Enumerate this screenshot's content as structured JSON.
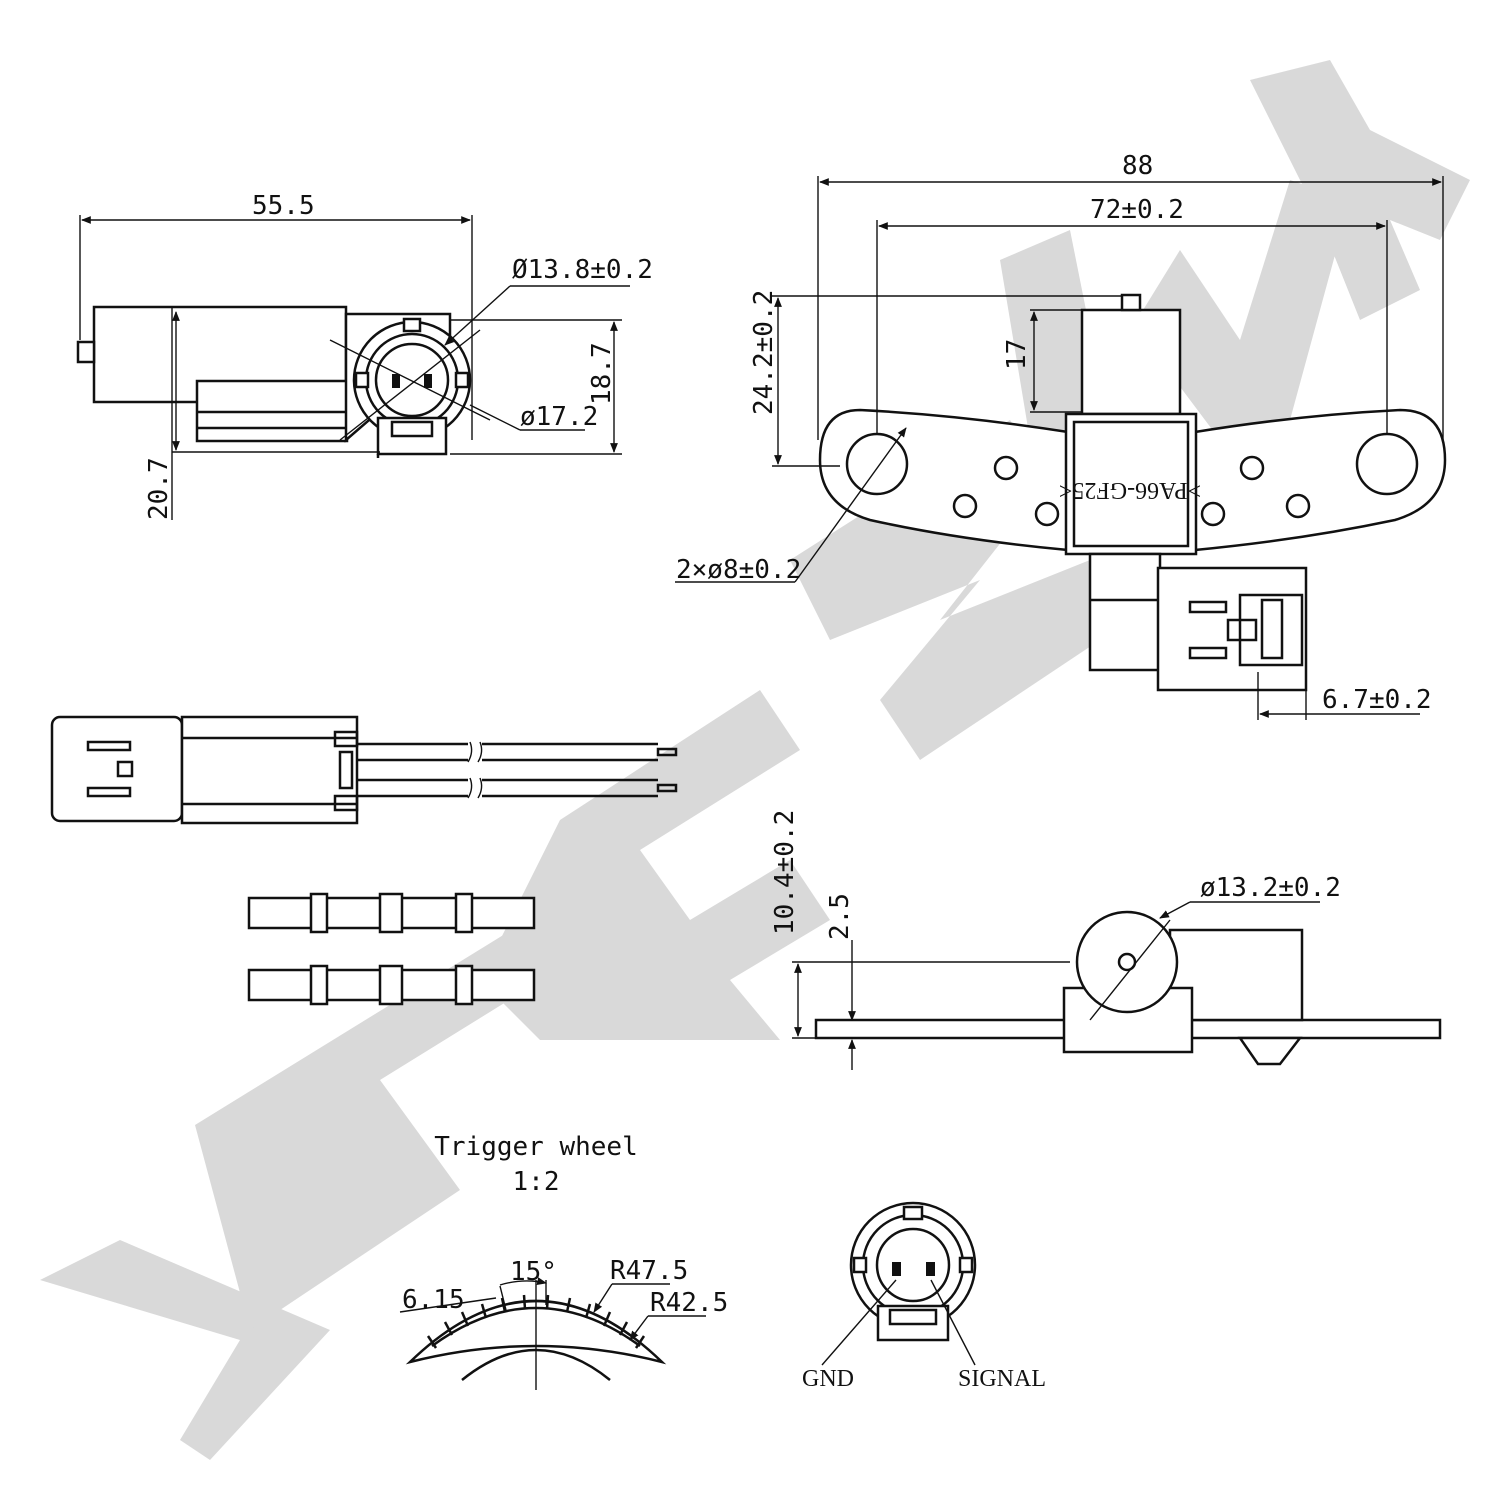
{
  "watermark": {
    "text": "ZENWEK",
    "color": "#d9d9d9"
  },
  "top_view": {
    "dims": {
      "length": "55.5",
      "bore": "Ø13.8±0.2",
      "outer": "ø17.2",
      "height": "18.7",
      "offset": "20.7"
    }
  },
  "front_view": {
    "dims": {
      "overall": "88",
      "hole_spacing": "72±0.2",
      "height": "24.2±0.2",
      "body": "17",
      "holes": "2×ø8±0.2",
      "connector": "6.7±0.2"
    },
    "material_mark": ">PA66-GF25<"
  },
  "side_view": {
    "dims": {
      "overall": "10.4±0.2",
      "plate": "2.5",
      "sensor_dia": "ø13.2±0.2"
    }
  },
  "trigger_wheel": {
    "title": "Trigger wheel",
    "scale": "1:2",
    "dims": {
      "tooth": "6.15",
      "angle": "15°",
      "r_outer": "R47.5",
      "r_inner": "R42.5"
    }
  },
  "pinout": {
    "gnd": "GND",
    "signal": "SIGNAL"
  }
}
